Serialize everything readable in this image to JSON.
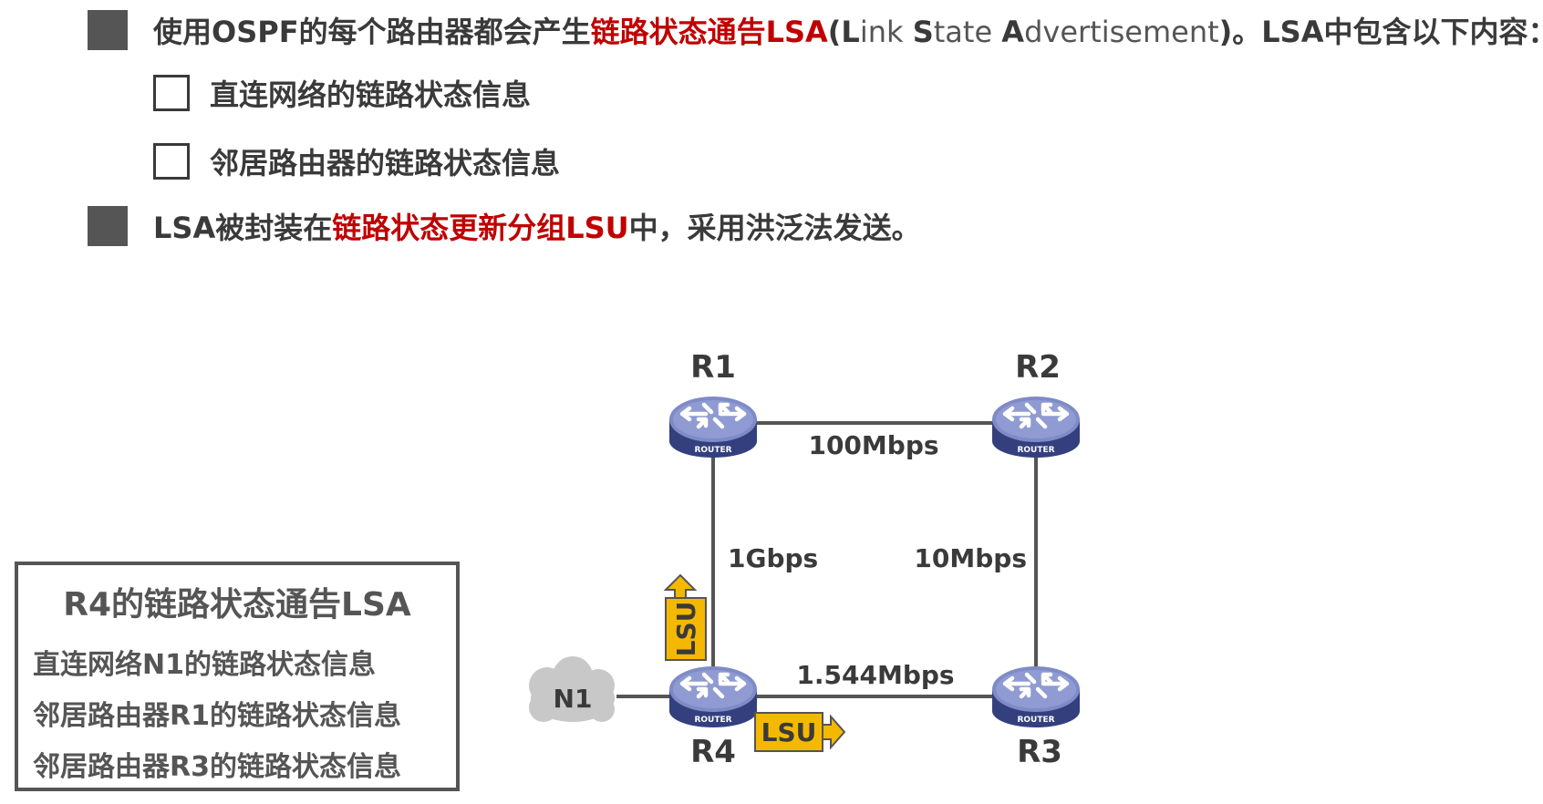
{
  "bullets": {
    "b1": {
      "pre": "使用OSPF的每个路由器都会产生",
      "highlight": "链路状态通告LSA",
      "paren_open": "(",
      "L": "L",
      "ink": "ink ",
      "S": "S",
      "tate": "tate ",
      "A": "A",
      "dvertisement": "dvertisement",
      "paren_close": ")",
      "post": "。LSA中包含以下内容："
    },
    "sub1": "直连网络的链路状态信息",
    "sub2": "邻居路由器的链路状态信息",
    "b2": {
      "pre": "LSA被封装在",
      "highlight": "链路状态更新分组LSU",
      "post": "中，采用洪泛法发送。"
    }
  },
  "lsa_box": {
    "title": "R4的链路状态通告LSA",
    "items": [
      "直连网络N1的链路状态信息",
      "邻居路由器R1的链路状态信息",
      "邻居路由器R3的链路状态信息"
    ]
  },
  "diagram": {
    "routers": [
      "R1",
      "R2",
      "R3",
      "R4"
    ],
    "router_caption": "ROUTER",
    "network": "N1",
    "links": [
      "100Mbps",
      "1Gbps",
      "10Mbps",
      "1.544Mbps"
    ],
    "packet_label": "LSU"
  },
  "colors": {
    "highlight": "#c00000",
    "text": "#3a3a3a",
    "router_top": "#7e8bc6",
    "router_side": "#34407e",
    "lsu_fill": "#f5b800",
    "cloud_fill": "#c8c8c8",
    "link": "#555555"
  },
  "icons": {
    "router": "router-icon",
    "cloud": "cloud-icon",
    "arrow": "arrow-icon"
  }
}
